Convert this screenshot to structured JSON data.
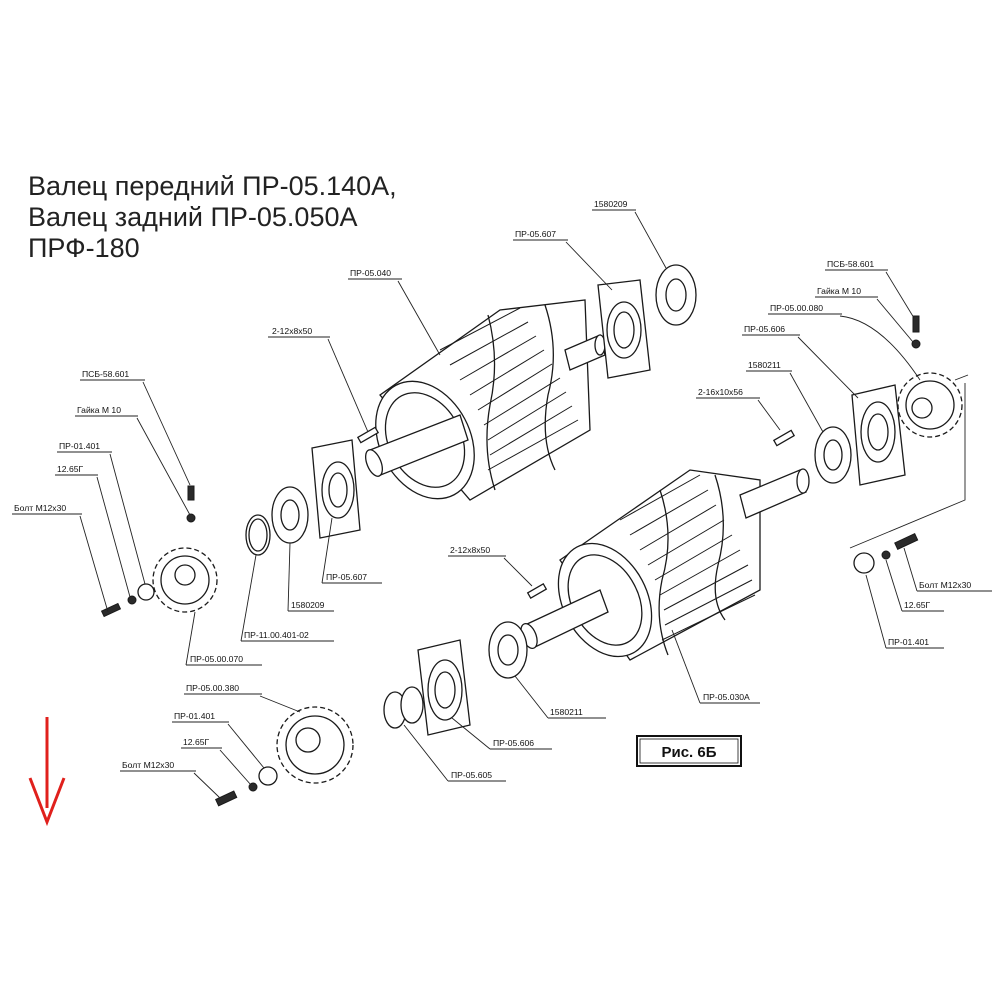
{
  "title": {
    "line1": "Валец передний ПР-05.140А,",
    "line2": "Валец задний ПР-05.050А",
    "line3": "ПРФ-180"
  },
  "figure_label": "Рис. 6Б",
  "arrow_color": "#e0201c",
  "labels": {
    "pr05040": "ПР-05.040",
    "key_2_12x8x50_top": "2-12х8х50",
    "pr05607_top": "ПР-05.607",
    "b1580209_top": "1580209",
    "psb58601_right": "ПСБ-58.601",
    "nut_m10_right": "Гайка М 10",
    "pr0500080": "ПР-05.00.080",
    "pr05606_top": "ПР-05.606",
    "b1580211_top": "1580211",
    "key_2_16x10x56": "2-16х10х56",
    "psb58601_left": "ПСБ-58.601",
    "nut_m10_left": "Гайка М 10",
    "pr01401_left": "ПР-01.401",
    "w1265_left": "12.65Г",
    "bolt_m12x30_left": "Болт М12х30",
    "pr05607_mid": "ПР-05.607",
    "b1580209_mid": "1580209",
    "pr1100401": "ПР-11.00.401-02",
    "pr0500070": "ПР-05.00.070",
    "key_2_12x8x50_mid": "2-12х8х50",
    "pr0500380": "ПР-05.00.380",
    "pr01401_bottom": "ПР-01.401",
    "w1265_bottom": "12.65Г",
    "bolt_m12x30_bottom": "Болт М12х30",
    "b1580211_bottom": "1580211",
    "pr05606_bottom": "ПР-05.606",
    "pr05605": "ПР-05.605",
    "pr05030a": "ПР-05.030А",
    "bolt_m12x30_right": "Болт М12х30",
    "w1265_right": "12.65Г",
    "pr01401_right": "ПР-01.401"
  }
}
